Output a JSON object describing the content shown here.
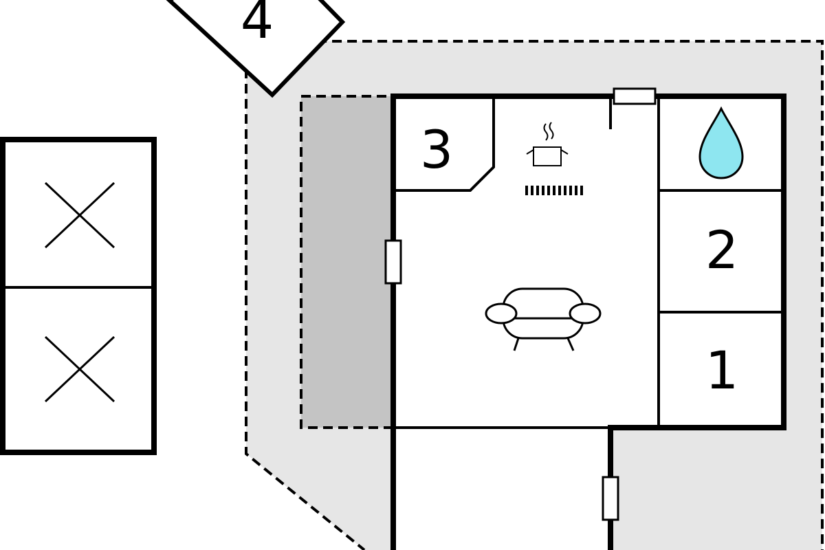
{
  "floorplan": {
    "rooms": {
      "room_1": "1",
      "room_2": "2",
      "room_3": "3",
      "area_4": "4"
    },
    "icons": [
      "bed-x-icon",
      "bed-x-icon",
      "bathroom-water-drop-icon",
      "kitchen-pot-icon",
      "stove-icon",
      "sofa-icon",
      "window-icon",
      "door-icon"
    ],
    "colors": {
      "wall": "#000000",
      "terrace": "#e6e6e6",
      "covered_terrace": "#c4c4c4",
      "water_drop": "#8ee6f0",
      "background": "#ffffff"
    }
  }
}
